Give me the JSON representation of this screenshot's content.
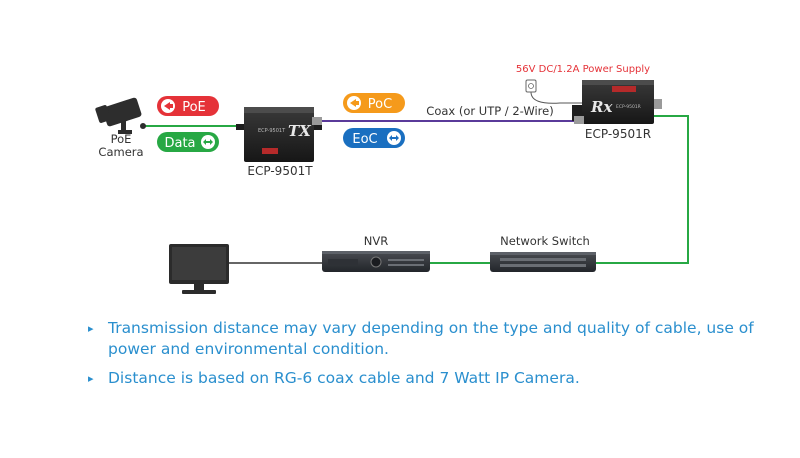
{
  "diagram": {
    "camera_label_line1": "PoE",
    "camera_label_line2": "Camera",
    "badge_poe": "PoE",
    "badge_data": "Data",
    "badge_poc": "PoC",
    "badge_eoc": "EoC",
    "transmitter_label": "ECP-9501T",
    "receiver_label": "ECP-9501R",
    "power_supply_label": "56V DC/1.2A Power Supply",
    "coax_label": "Coax (or UTP / 2-Wire)",
    "nvr_label": "NVR",
    "switch_label": "Network Switch",
    "transmitter_device_text": "TX",
    "receiver_device_text": "Rx",
    "colors": {
      "red": "#e53238",
      "green": "#27a844",
      "orange": "#f59a1b",
      "blue": "#1a6fc0",
      "coax_line": "#5a3a9a",
      "power_text": "#e53238"
    }
  },
  "notes": [
    "Transmission distance may vary depending on the type and quality of cable, use of power and environmental condition.",
    "Distance is based on RG-6 coax cable and 7 Watt IP Camera."
  ],
  "bullet_glyph": "▸"
}
